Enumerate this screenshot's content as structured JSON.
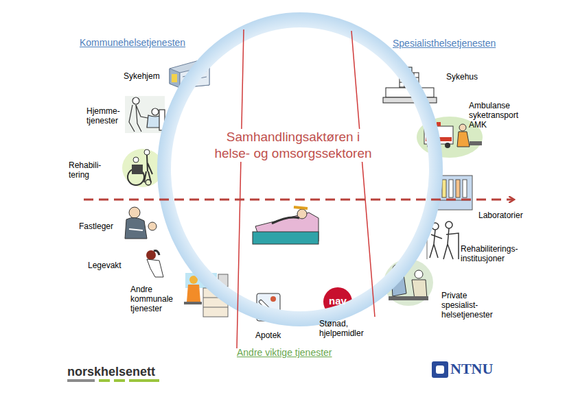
{
  "diagram": {
    "nodes": [
      {
        "text": [
          "Samhandlingsaktøren i helse- og omsorgssektoren"
        ]
      }
    ],
    "labels": [
      "Kommunehelsetjenesten",
      "Spesialisthelsetjenesten",
      "Sykehjem",
      "Hjemme- tjenester",
      "Rehabili- tering",
      "Fastleger",
      "Legevakt",
      "Andre kommunale tjenester",
      "Sykehus",
      "Ambulanse syketransport AMK",
      "Laboratorier",
      "Rehabiliterings- institusjoner",
      "Private spesialist- helsetjenester",
      "Apotek",
      "nav",
      "Stønad, hjelpemidler",
      "Andre viktige tjenester",
      "norskhelsenett",
      "NTNU"
    ]
  }
}
